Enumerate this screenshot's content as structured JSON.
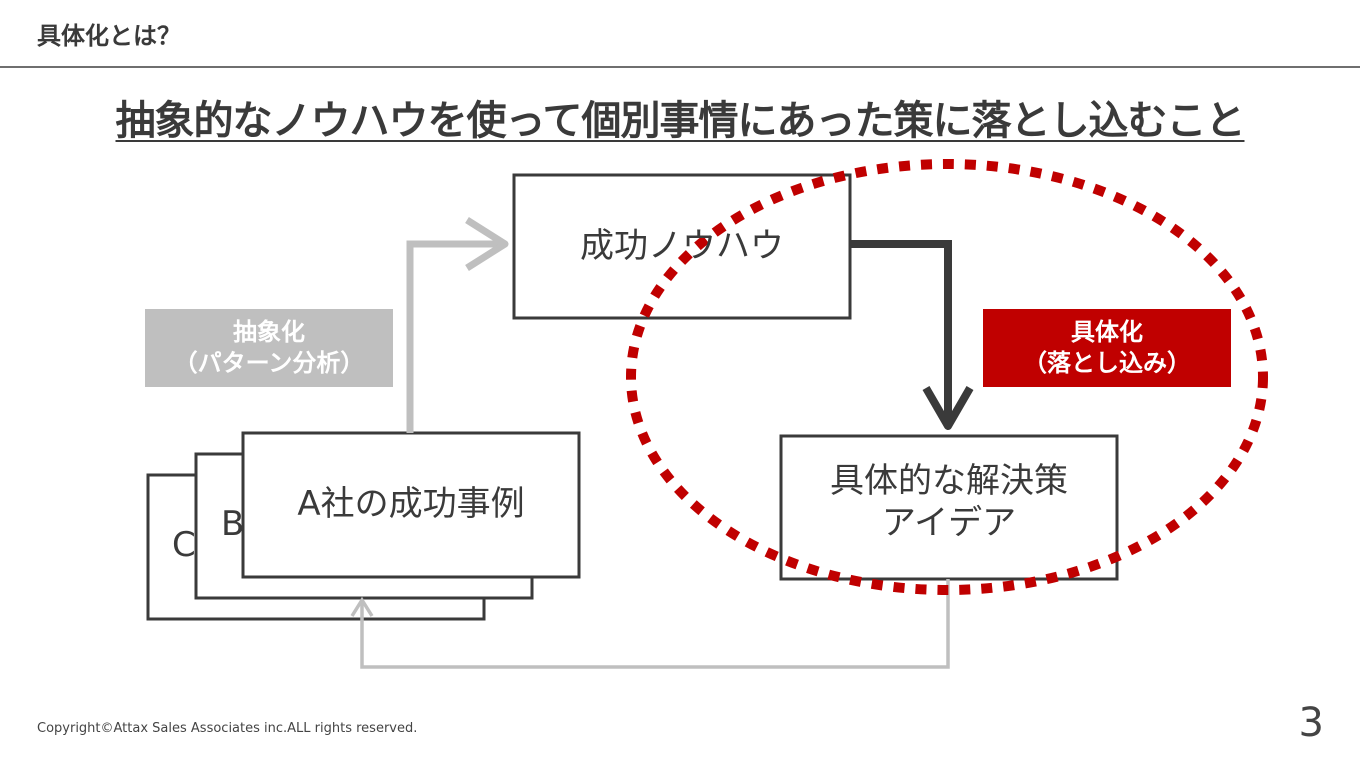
{
  "header": {
    "title": "具体化とは？"
  },
  "main": {
    "title": "抽象的なノウハウを使って個別事情にあった策に落とし込むこと"
  },
  "diagram": {
    "card_c_label": "C",
    "card_b_label": "B",
    "card_a_label": "A社の成功事例",
    "knowhow_label": "成功ノウハウ",
    "solution_line1": "具体的な解決策",
    "solution_line2": "アイデア",
    "abstraction_tag": {
      "line1": "抽象化",
      "line2": "（パターン分析）",
      "color": "#bfbfbf"
    },
    "concretization_tag": {
      "line1": "具体化",
      "line2": "（落とし込み）",
      "color": "#c00000"
    },
    "highlight_color": "#c00000"
  },
  "footer": {
    "copyright": "Copyright©Attax Sales Associates inc.ALL rights reserved.",
    "page_number": "3"
  }
}
